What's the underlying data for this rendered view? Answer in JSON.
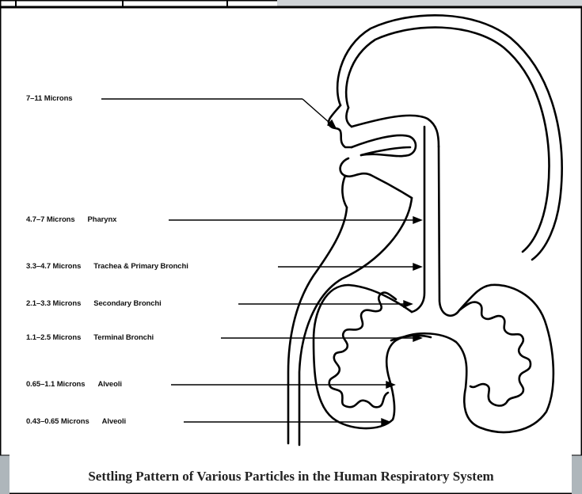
{
  "labels": [
    {
      "microns": "7–11 Microns",
      "region": ""
    },
    {
      "microns": "4.7–7 Microns",
      "region": "Pharynx"
    },
    {
      "microns": "3.3–4.7 Microns",
      "region": "Trachea & Primary Bronchi"
    },
    {
      "microns": "2.1–3.3 Microns",
      "region": "Secondary Bronchi"
    },
    {
      "microns": "1.1–2.5 Microns",
      "region": "Terminal Bronchi"
    },
    {
      "microns": "0.65–1.1 Microns",
      "region": "Alveoli"
    },
    {
      "microns": "0.43–0.65 Microns",
      "region": "Alveoli"
    }
  ],
  "caption": "Settling Pattern of Various Particles in the Human Respiratory System"
}
